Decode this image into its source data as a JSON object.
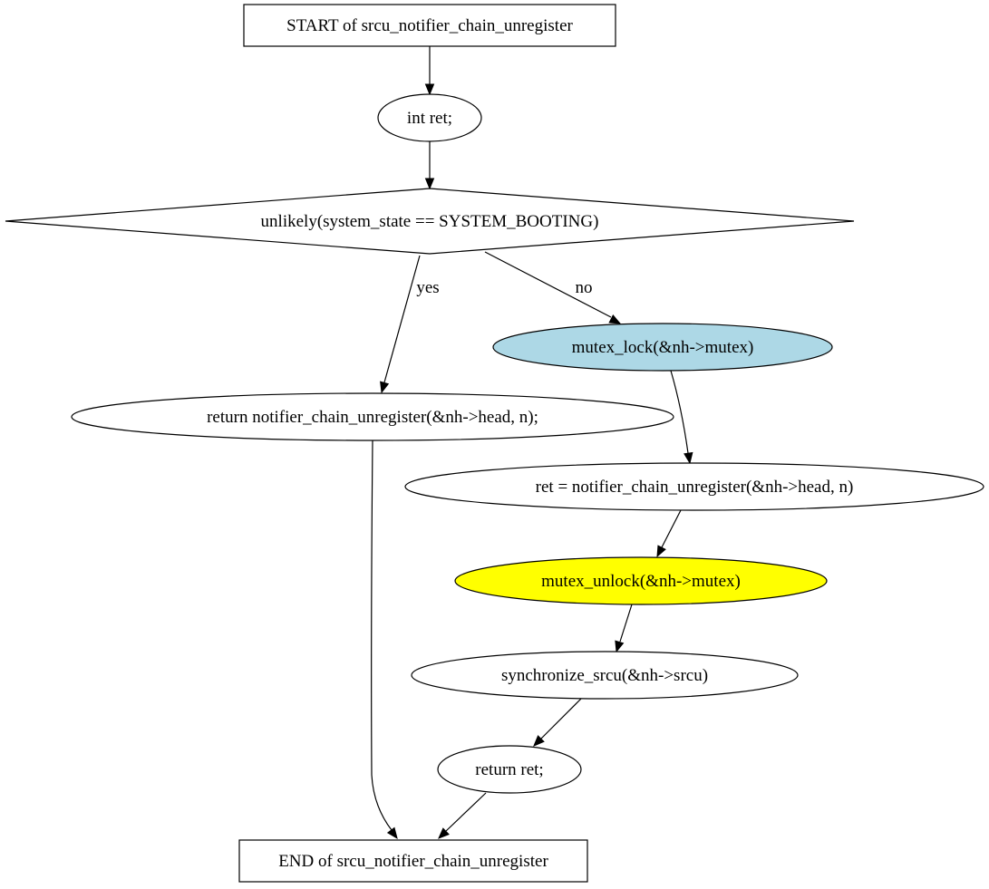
{
  "diagram": {
    "type": "flowchart",
    "nodes": [
      {
        "id": "start",
        "shape": "box",
        "label": "START of srcu_notifier_chain_unregister",
        "fill": "#ffffff"
      },
      {
        "id": "decl",
        "shape": "ellipse",
        "label": "int ret;",
        "fill": "#ffffff"
      },
      {
        "id": "cond",
        "shape": "diamond",
        "label": "unlikely(system_state == SYSTEM_BOOTING)",
        "fill": "#ffffff"
      },
      {
        "id": "lock",
        "shape": "ellipse",
        "label": "mutex_lock(&nh->mutex)",
        "fill": "#add8e6"
      },
      {
        "id": "ret_early",
        "shape": "ellipse",
        "label": "return notifier_chain_unregister(&nh->head, n);",
        "fill": "#ffffff"
      },
      {
        "id": "assign",
        "shape": "ellipse",
        "label": "ret = notifier_chain_unregister(&nh->head, n)",
        "fill": "#ffffff"
      },
      {
        "id": "unlock",
        "shape": "ellipse",
        "label": "mutex_unlock(&nh->mutex)",
        "fill": "#ffff00"
      },
      {
        "id": "sync",
        "shape": "ellipse",
        "label": "synchronize_srcu(&nh->srcu)",
        "fill": "#ffffff"
      },
      {
        "id": "ret",
        "shape": "ellipse",
        "label": "return ret;",
        "fill": "#ffffff"
      },
      {
        "id": "end",
        "shape": "box",
        "label": "END of srcu_notifier_chain_unregister",
        "fill": "#ffffff"
      }
    ],
    "edges": [
      {
        "from": "start",
        "to": "decl",
        "label": ""
      },
      {
        "from": "decl",
        "to": "cond",
        "label": ""
      },
      {
        "from": "cond",
        "to": "ret_early",
        "label": "yes"
      },
      {
        "from": "cond",
        "to": "lock",
        "label": "no"
      },
      {
        "from": "lock",
        "to": "assign",
        "label": ""
      },
      {
        "from": "assign",
        "to": "unlock",
        "label": ""
      },
      {
        "from": "unlock",
        "to": "sync",
        "label": ""
      },
      {
        "from": "sync",
        "to": "ret",
        "label": ""
      },
      {
        "from": "ret",
        "to": "end",
        "label": ""
      },
      {
        "from": "ret_early",
        "to": "end",
        "label": ""
      }
    ]
  }
}
